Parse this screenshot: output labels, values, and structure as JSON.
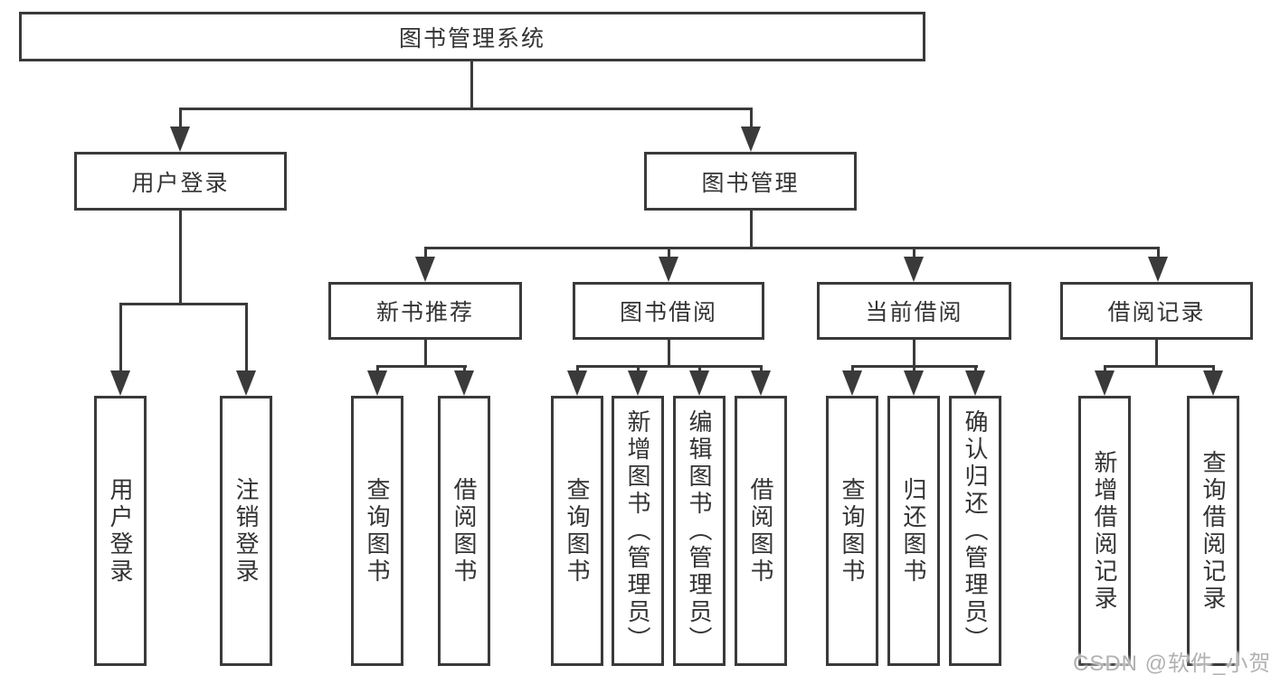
{
  "diagram": {
    "root": {
      "id": "library-management-system",
      "label": "图书管理系统"
    },
    "level2": [
      {
        "id": "user-login",
        "label": "用户登录",
        "parent": "library-management-system"
      },
      {
        "id": "book-management",
        "label": "图书管理",
        "parent": "library-management-system"
      }
    ],
    "level3": [
      {
        "id": "new-book-recommend",
        "label": "新书推荐",
        "parent": "book-management"
      },
      {
        "id": "book-borrowing",
        "label": "图书借阅",
        "parent": "book-management"
      },
      {
        "id": "current-borrowing",
        "label": "当前借阅",
        "parent": "book-management"
      },
      {
        "id": "borrowing-records",
        "label": "借阅记录",
        "parent": "book-management"
      }
    ],
    "leaves": [
      {
        "id": "user-login-leaf",
        "label": "用户登录",
        "parent": "user-login"
      },
      {
        "id": "logout",
        "label": "注销登录",
        "parent": "user-login"
      },
      {
        "id": "query-books-1",
        "label": "查询图书",
        "parent": "new-book-recommend"
      },
      {
        "id": "borrow-books-1",
        "label": "借阅图书",
        "parent": "new-book-recommend"
      },
      {
        "id": "query-books-2",
        "label": "查询图书",
        "parent": "book-borrowing"
      },
      {
        "id": "add-books-admin",
        "label": "新增图书（管理员）",
        "parent": "book-borrowing"
      },
      {
        "id": "edit-books-admin",
        "label": "编辑图书（管理员）",
        "parent": "book-borrowing"
      },
      {
        "id": "borrow-books-2",
        "label": "借阅图书",
        "parent": "book-borrowing"
      },
      {
        "id": "query-books-3",
        "label": "查询图书",
        "parent": "current-borrowing"
      },
      {
        "id": "return-books",
        "label": "归还图书",
        "parent": "current-borrowing"
      },
      {
        "id": "confirm-return-admin",
        "label": "确认归还（管理员）",
        "parent": "current-borrowing"
      },
      {
        "id": "add-borrow-record",
        "label": "新增借阅记录",
        "parent": "borrowing-records"
      },
      {
        "id": "query-borrow-record",
        "label": "查询借阅记录",
        "parent": "borrowing-records"
      }
    ]
  },
  "watermark": {
    "text": "CSDN @软件_小贺同学"
  },
  "colors": {
    "line": "#3a3a3a",
    "text": "#333333",
    "watermark": "#b2b2b2",
    "background": "#ffffff"
  }
}
